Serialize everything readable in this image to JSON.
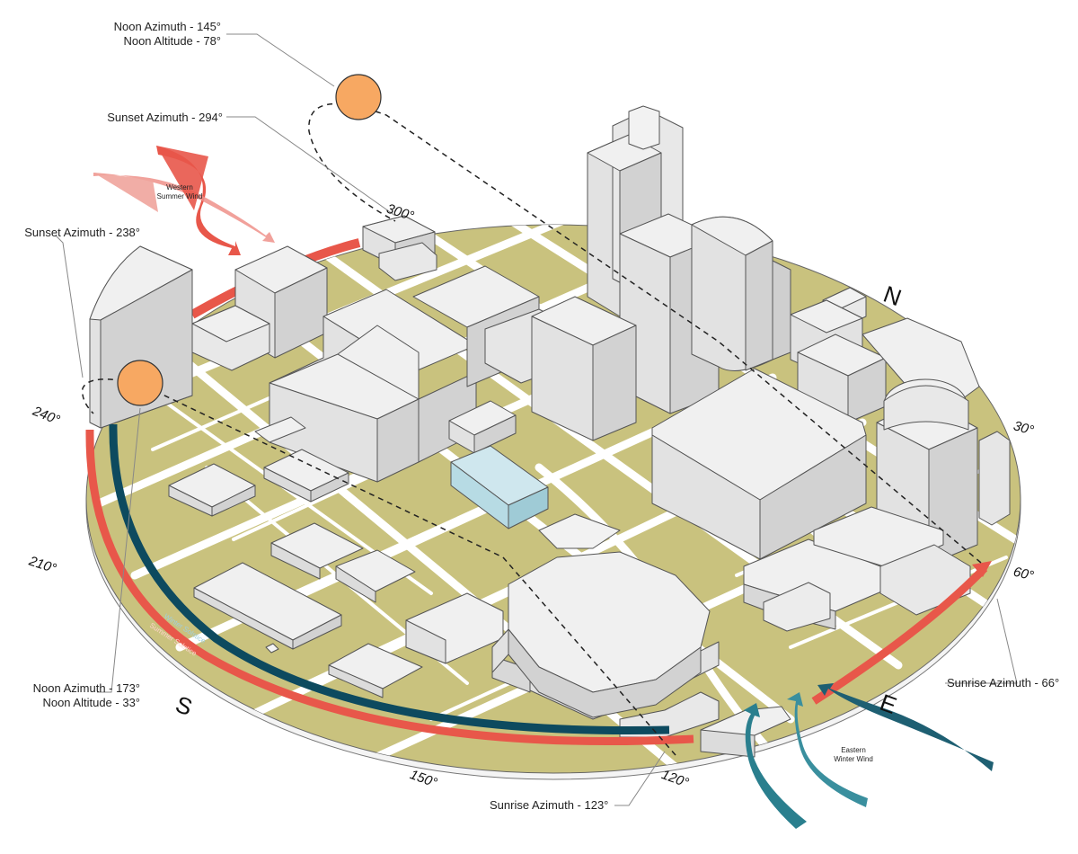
{
  "labels": {
    "noon_summer_az": "Noon Azimuth - 145°",
    "noon_summer_alt": "Noon Altitude - 78°",
    "sunset_summer": "Sunset Azimuth - 294°",
    "sunset_winter": "Sunset Azimuth - 238°",
    "noon_winter_az": "Noon Azimuth - 173°",
    "noon_winter_alt": "Noon Altitude - 33°",
    "sunrise_summer": "Sunrise Azimuth - 66°",
    "sunrise_winter": "Sunrise Azimuth - 123°"
  },
  "degrees": {
    "d300": "300°",
    "d240": "240°",
    "d210": "210°",
    "d150": "150°",
    "d120": "120°",
    "d60": "60°",
    "d30": "30°"
  },
  "cardinals": {
    "north": "N",
    "south": "S",
    "east": "E"
  },
  "winds": {
    "western_line1": "Western",
    "western_line2": "Summer Wind",
    "eastern_line1": "Eastern",
    "eastern_line2": "Winter Wind"
  },
  "arcs": {
    "winter": "Winter Solstice",
    "summer": "Summer Solstice"
  },
  "colors": {
    "ground": "#c9c27e",
    "street": "#ffffff",
    "building_top": "#f0f0f0",
    "building_side": "#e2e2e2",
    "building_dark": "#d2d2d2",
    "highlight_top": "#cfe7ee",
    "highlight_side": "#9fcbd6",
    "sun": "#f7a862",
    "summer_arc": "#e8574a",
    "winter_arc": "#0d4a5f",
    "summer_wind": "#e8574a",
    "winter_wind": "#2a7f8e"
  }
}
